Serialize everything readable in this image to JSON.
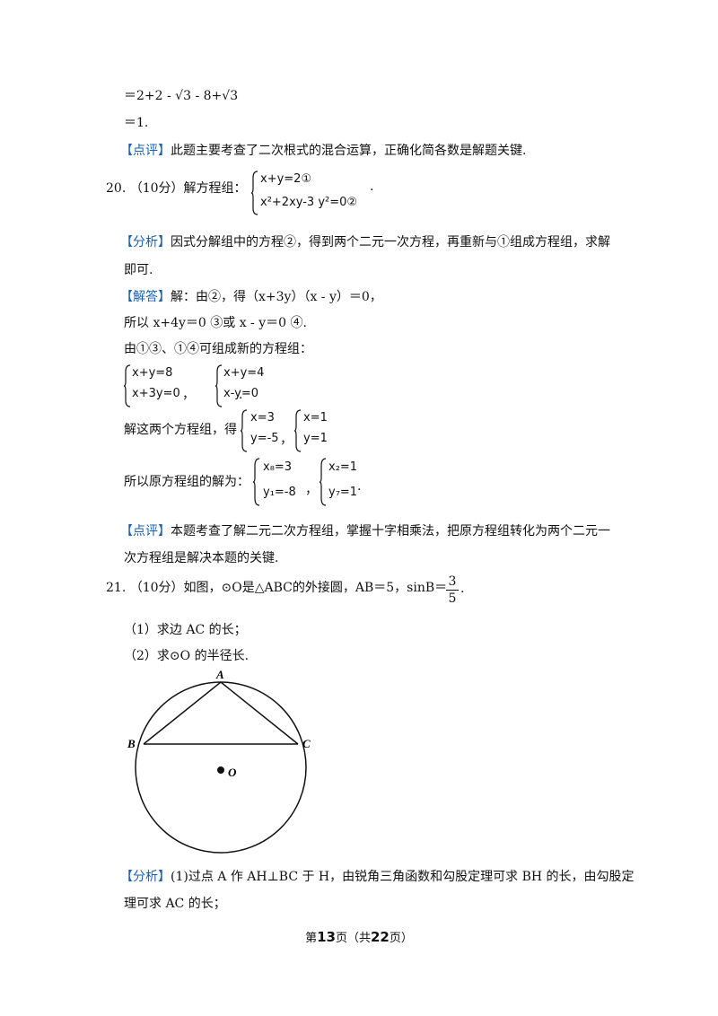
{
  "lines": {
    "calc1": "＝2+2 - √3 - 8+√3",
    "calc2": "＝1.",
    "review19_tag": "【点评】",
    "review19_text": "此题主要考查了二次根式的混合运算，正确化简各数是解题关键.",
    "q20_head": "20.  （10分）解方程组：",
    "q20_eq1": "x+y=2①",
    "q20_eq2": "x²+2xy-3 y²=0②",
    "analysis20_tag": "【分析】",
    "analysis20_text1": "因式分解组中的方程②，得到两个二元一次方程，再重新与①组成方程组，求解",
    "analysis20_text2": "即可.",
    "answer20_tag": "【解答】",
    "answer20_text1": "解：由②，得（x+3y）（x - y）＝0，",
    "answer20_text2": "所以 x+4y＝0 ③或 x - y＝0 ④.",
    "answer20_text3": "由①③、①④可组成新的方程组：",
    "sysA1": "x+y=8",
    "sysA2": "x+3y=0",
    "sysB1": "x+y=4",
    "sysB2": "x-y=0",
    "solve_prefix": "解这两个方程组，得",
    "solA1": "x=3",
    "solA2": "y=-5",
    "solB1": "x=1",
    "solB2": "y=1",
    "orig_prefix": "所以原方程组的解为：",
    "origA1": "x₈=3",
    "origA2": "y₁=-8",
    "origB1": "x₂=1",
    "origB2": "y₇=1",
    "review20_tag": "【点评】",
    "review20_text1": "本题考查了解二元二次方程组，掌握十字相乘法，把原方程组转化为两个二元一",
    "review20_text2": "次方程组是解决本题的关键.",
    "q21_head": "21.  （10分）如图，⊙O是△ABC的外接圆，AB＝5，sinB＝",
    "q21_num": "3",
    "q21_den": "5",
    "q21_sub1": "（1）求边 AC 的长；",
    "q21_sub2": "（2）求⊙O 的半径长.",
    "analysis21_tag": "【分析】",
    "analysis21_text1": "(1)过点 A 作 AH⊥BC 于 H，由锐角三角函数和勾股定理可求 BH 的长，由勾股定",
    "analysis21_text2": "理可求 AC 的长；"
  },
  "figure": {
    "label_A": "A",
    "label_B": "B",
    "label_C": "C",
    "label_O": "O"
  },
  "footer": {
    "pre": "第",
    "page": "13",
    "mid": "页（共",
    "total": "22",
    "post": "页）"
  },
  "colors": {
    "tag": "#1a5fb4"
  }
}
